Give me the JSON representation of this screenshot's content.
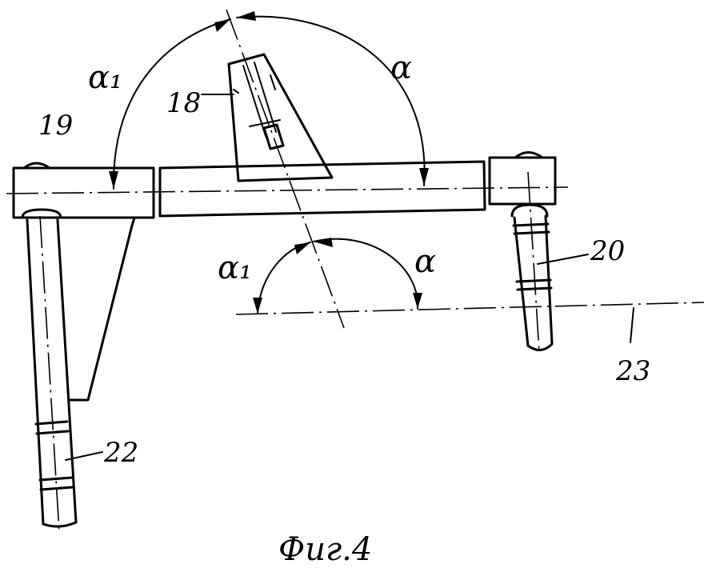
{
  "labels": {
    "part_18": "18",
    "part_19": "19",
    "part_20": "20",
    "part_22": "22",
    "line_23": "23",
    "angle_alpha": "α",
    "angle_alpha1": "α₁",
    "caption": "Фиг.4"
  }
}
